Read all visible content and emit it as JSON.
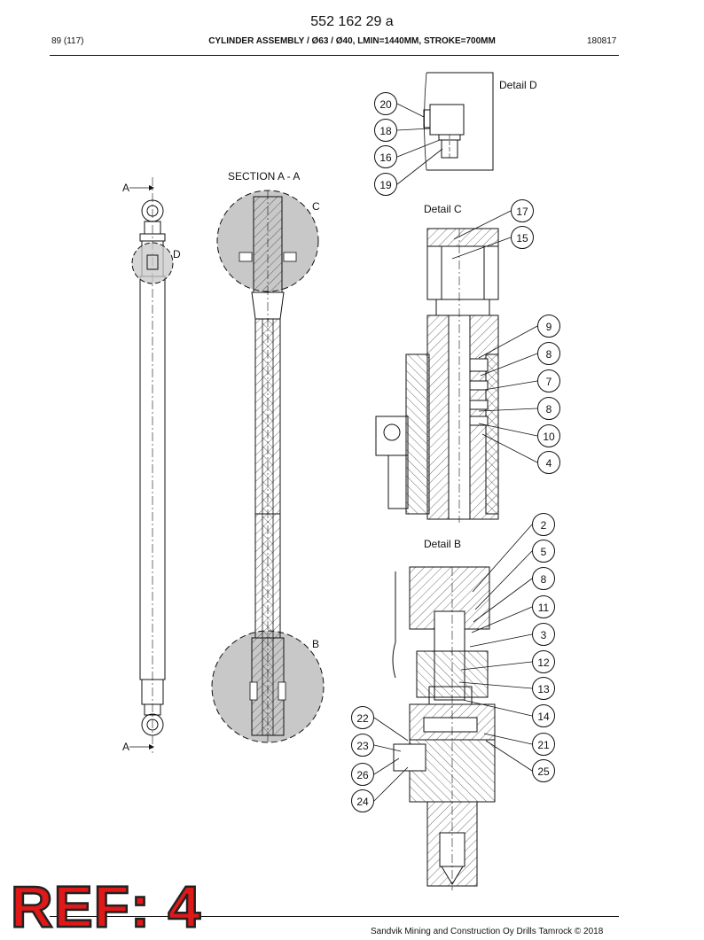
{
  "header": {
    "doc_number": "552 162 29 a",
    "page": "89 (117)",
    "title": "CYLINDER ASSEMBLY / Ø63 / Ø40, LMIN=1440MM, STROKE=700MM",
    "date_code": "180817"
  },
  "labels": {
    "section": "SECTION A - A",
    "detail_d": "Detail D",
    "detail_c": "Detail C",
    "detail_b": "Detail B",
    "a_top": "A",
    "a_bottom": "A",
    "d_marker": "D",
    "c_marker": "C",
    "b_marker": "B"
  },
  "callouts": {
    "detail_d": [
      "20",
      "18",
      "16",
      "19"
    ],
    "detail_c": [
      "17",
      "15",
      "9",
      "8",
      "7",
      "8",
      "10",
      "4"
    ],
    "detail_b_right": [
      "2",
      "5",
      "8",
      "11",
      "3",
      "12",
      "13",
      "14",
      "21",
      "25"
    ],
    "detail_b_left": [
      "22",
      "23",
      "26",
      "24"
    ]
  },
  "stamp": "REF: 4",
  "footer": "Sandvik Mining and Construction Oy Drills Tamrock © 2018"
}
